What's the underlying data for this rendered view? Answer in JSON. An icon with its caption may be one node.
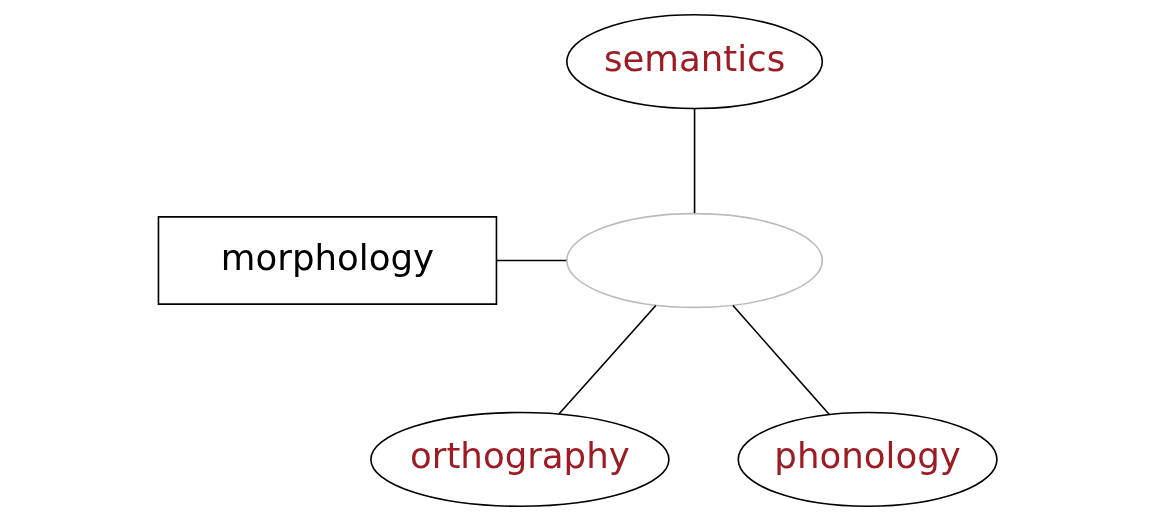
{
  "diagram": {
    "nodes": [
      {
        "text": [
          "semantics"
        ]
      },
      {
        "text": [],
        "shape": "ellipse"
      },
      {
        "text": [
          "morphology"
        ]
      },
      {
        "text": [
          "orthography"
        ]
      },
      {
        "text": [
          "phonology"
        ]
      }
    ],
    "edges": [
      {
        "from": 0,
        "to": 1,
        "arrow": "none"
      },
      {
        "from": 2,
        "to": 1,
        "arrow": "none"
      },
      {
        "from": 1,
        "to": 3,
        "arrow": "none"
      },
      {
        "from": 1,
        "to": 4,
        "arrow": "none"
      }
    ]
  }
}
